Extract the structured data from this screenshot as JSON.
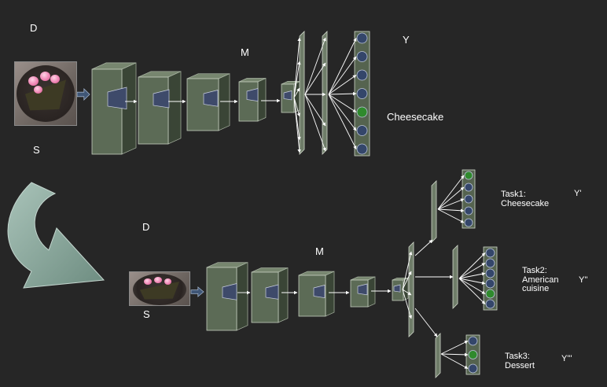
{
  "colors": {
    "background": "#262626",
    "layer_front": "#5c6b56",
    "layer_side": "#3a4536",
    "layer_top": "#77866f",
    "kernel": "#3e4a6a",
    "node": "#34466a",
    "node_active": "#2f8a2c",
    "arrow": "#ffffff",
    "transfer_arrow": "#87a49a"
  },
  "top_row": {
    "label_d": "D",
    "label_s": "S",
    "label_m": "M",
    "label_y": "Y",
    "prediction": "Cheesecake"
  },
  "bottom_row": {
    "label_d": "D",
    "label_s": "S",
    "label_m": "M"
  },
  "tasks": [
    {
      "name": "Task1:\nCheesecake",
      "output": "Y'"
    },
    {
      "name": "Task2:\nAmerican\ncuisine",
      "output": "Y''"
    },
    {
      "name": "Task3:\nDessert",
      "output": "Y'''"
    }
  ],
  "icons": {
    "input_image": "cheesecake-photo",
    "transfer": "curved-transfer-arrow"
  }
}
